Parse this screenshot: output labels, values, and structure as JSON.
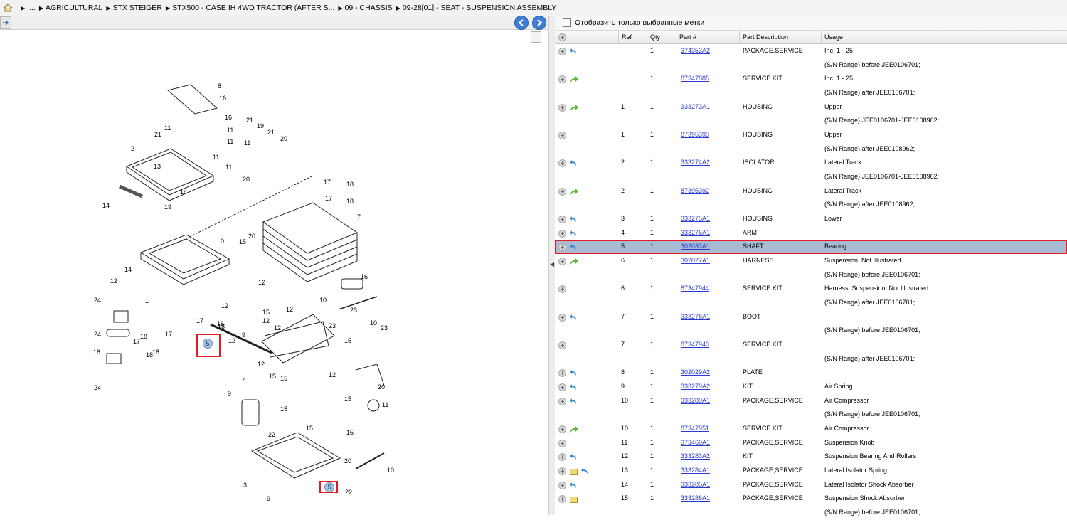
{
  "breadcrumb": [
    "....",
    "AGRICULTURAL",
    "STX STEIGER",
    "STX500 - CASE IH 4WD TRACTOR (AFTER S...",
    "09 - CHASSIS",
    "09-28[01] - SEAT - SUSPENSION ASSEMBLY"
  ],
  "filter_label": "Отобразить только выбранные метки",
  "columns": {
    "ref": "Ref",
    "qty": "Qty",
    "part": "Part #",
    "desc": "Part Description",
    "usage": "Usage"
  },
  "rows": [
    {
      "icon": "back",
      "ref": "",
      "qty": "1",
      "part": "374353A2",
      "desc": "PACKAGE,SERVICE",
      "usage": "Inc. 1 - 25"
    },
    {
      "icon": "",
      "ref": "",
      "qty": "",
      "part": "",
      "desc": "",
      "usage": "(S/N Range) before JEE0106701;"
    },
    {
      "icon": "fwd",
      "ref": "",
      "qty": "1",
      "part": "87347885",
      "desc": "SERVICE KIT",
      "usage": "Inc. 1 - 25"
    },
    {
      "icon": "",
      "ref": "",
      "qty": "",
      "part": "",
      "desc": "",
      "usage": "(S/N Range) after JEE0106701;"
    },
    {
      "icon": "fwd",
      "ref": "1",
      "qty": "1",
      "part": "333273A1",
      "desc": "HOUSING",
      "usage": "Upper"
    },
    {
      "icon": "",
      "ref": "",
      "qty": "",
      "part": "",
      "desc": "",
      "usage": "(S/N Range) JEE0106701-JEE0108962;"
    },
    {
      "icon": "none",
      "ref": "1",
      "qty": "1",
      "part": "87395393",
      "desc": "HOUSING",
      "usage": "Upper"
    },
    {
      "icon": "",
      "ref": "",
      "qty": "",
      "part": "",
      "desc": "",
      "usage": "(S/N Range) after JEE0108962;"
    },
    {
      "icon": "back",
      "ref": "2",
      "qty": "1",
      "part": "333274A2",
      "desc": "ISOLATOR",
      "usage": "Lateral Track"
    },
    {
      "icon": "",
      "ref": "",
      "qty": "",
      "part": "",
      "desc": "",
      "usage": "(S/N Range) JEE0106701-JEE0108962;"
    },
    {
      "icon": "fwd",
      "ref": "2",
      "qty": "1",
      "part": "87395392",
      "desc": "HOUSING",
      "usage": "Lateral Track"
    },
    {
      "icon": "",
      "ref": "",
      "qty": "",
      "part": "",
      "desc": "",
      "usage": "(S/N Range) after JEE0108962;"
    },
    {
      "icon": "back",
      "ref": "3",
      "qty": "1",
      "part": "333275A1",
      "desc": "HOUSING",
      "usage": "Lower"
    },
    {
      "icon": "back",
      "ref": "4",
      "qty": "1",
      "part": "333276A1",
      "desc": "ARM",
      "usage": ""
    },
    {
      "icon": "back",
      "ref": "5",
      "qty": "1",
      "part": "302033A1",
      "desc": "SHAFT",
      "usage": "Bearing",
      "selected": true
    },
    {
      "icon": "fwd",
      "ref": "6",
      "qty": "1",
      "part": "302027A1",
      "desc": "HARNESS",
      "usage": "Suspension, Not Illustrated"
    },
    {
      "icon": "",
      "ref": "",
      "qty": "",
      "part": "",
      "desc": "",
      "usage": "(S/N Range) before JEE0106701;"
    },
    {
      "icon": "none",
      "ref": "6",
      "qty": "1",
      "part": "87347944",
      "desc": "SERVICE KIT",
      "usage": "Harness, Suspension, Not Illustrated"
    },
    {
      "icon": "",
      "ref": "",
      "qty": "",
      "part": "",
      "desc": "",
      "usage": "(S/N Range) after JEE0106701;"
    },
    {
      "icon": "back",
      "ref": "7",
      "qty": "1",
      "part": "333278A1",
      "desc": "BOOT",
      "usage": ""
    },
    {
      "icon": "",
      "ref": "",
      "qty": "",
      "part": "",
      "desc": "",
      "usage": "(S/N Range) before JEE0106701;"
    },
    {
      "icon": "none",
      "ref": "7",
      "qty": "1",
      "part": "87347943",
      "desc": "SERVICE KIT",
      "usage": ""
    },
    {
      "icon": "",
      "ref": "",
      "qty": "",
      "part": "",
      "desc": "",
      "usage": "(S/N Range) after JEE0106701;"
    },
    {
      "icon": "back",
      "ref": "8",
      "qty": "1",
      "part": "302029A2",
      "desc": "PLATE",
      "usage": ""
    },
    {
      "icon": "back",
      "ref": "9",
      "qty": "1",
      "part": "333279A2",
      "desc": "KIT",
      "usage": "Air Spring"
    },
    {
      "icon": "back",
      "ref": "10",
      "qty": "1",
      "part": "333280A1",
      "desc": "PACKAGE,SERVICE",
      "usage": "Air Compressor"
    },
    {
      "icon": "",
      "ref": "",
      "qty": "",
      "part": "",
      "desc": "",
      "usage": "(S/N Range) before JEE0106701;"
    },
    {
      "icon": "fwd",
      "ref": "10",
      "qty": "1",
      "part": "87347951",
      "desc": "SERVICE KIT",
      "usage": "Air Compressor"
    },
    {
      "icon": "none",
      "ref": "11",
      "qty": "1",
      "part": "373469A1",
      "desc": "PACKAGE,SERVICE",
      "usage": "Suspension Knob"
    },
    {
      "icon": "back",
      "ref": "12",
      "qty": "1",
      "part": "333283A2",
      "desc": "KIT",
      "usage": "Suspension Bearing And Rollers"
    },
    {
      "icon": "note-back",
      "ref": "13",
      "qty": "1",
      "part": "333284A1",
      "desc": "PACKAGE,SERVICE",
      "usage": "Lateral Isolator Spring"
    },
    {
      "icon": "back",
      "ref": "14",
      "qty": "1",
      "part": "333285A1",
      "desc": "PACKAGE,SERVICE",
      "usage": "Lateral Isolator Shock Absorber"
    },
    {
      "icon": "note",
      "ref": "15",
      "qty": "1",
      "part": "333286A1",
      "desc": "PACKAGE,SERVICE",
      "usage": "Suspension Shock Absorber"
    },
    {
      "icon": "",
      "ref": "",
      "qty": "",
      "part": "",
      "desc": "",
      "usage": "(S/N Range) before JEE0106701;"
    }
  ],
  "diagram_callouts": [
    "8",
    "16",
    "21",
    "11",
    "16",
    "21",
    "19",
    "11",
    "11",
    "21",
    "11",
    "20",
    "2",
    "13",
    "11",
    "11",
    "20",
    "14",
    "14",
    "19",
    "17",
    "18",
    "17",
    "18",
    "7",
    "0",
    "15",
    "20",
    "14",
    "12",
    "12",
    "16",
    "12",
    "1",
    "10",
    "23",
    "24",
    "15",
    "12",
    "12",
    "24",
    "17",
    "18",
    "9",
    "12",
    "23",
    "10",
    "23",
    "12",
    "18",
    "17",
    "18",
    "16",
    "12",
    "15",
    "4",
    "12",
    "15",
    "15",
    "20",
    "11",
    "15",
    "9",
    "15",
    "15",
    "15",
    "20",
    "22",
    "3",
    "10",
    "22",
    "9",
    "24",
    "18",
    "17",
    "18"
  ],
  "badges": [
    "5",
    "5"
  ]
}
